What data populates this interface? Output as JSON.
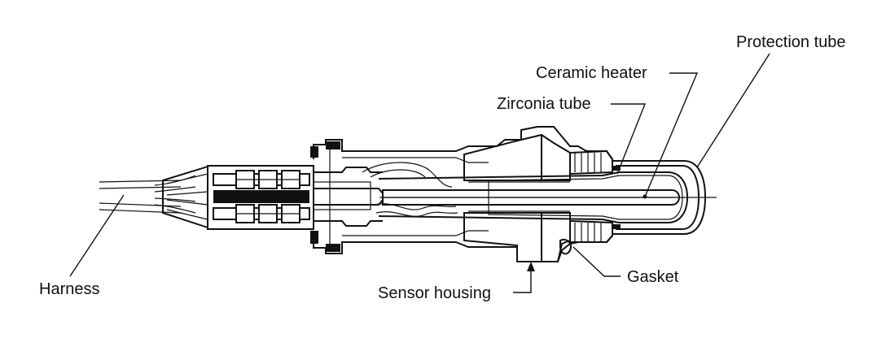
{
  "labels": {
    "protection_tube": "Protection tube",
    "ceramic_heater": "Ceramic heater",
    "zirconia_tube": "Zirconia tube",
    "harness": "Harness",
    "sensor_housing": "Sensor housing",
    "gasket": "Gasket"
  },
  "colors": {
    "ink": "#111111",
    "background": "#ffffff"
  }
}
